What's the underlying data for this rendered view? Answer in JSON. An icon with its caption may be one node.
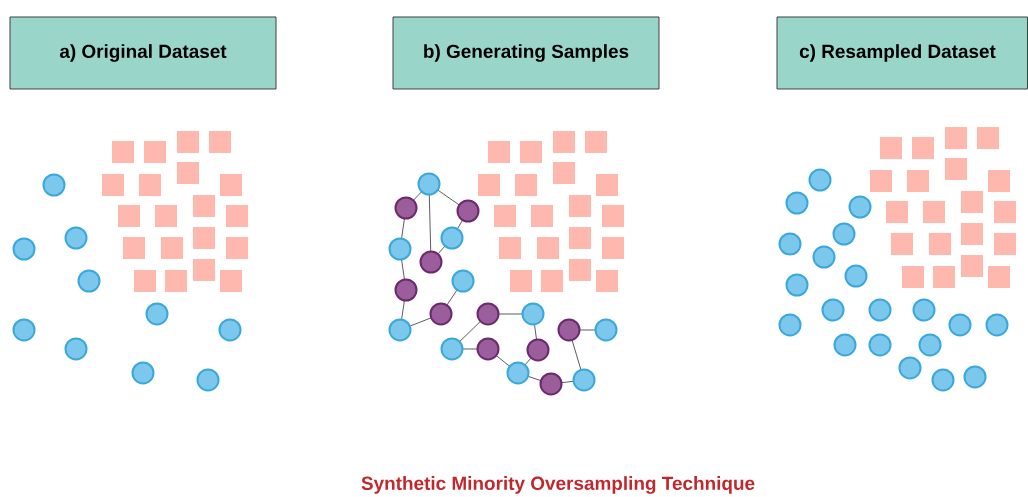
{
  "diagram": {
    "caption": "Synthetic Minority Oversampling Technique",
    "nodes": [
      {
        "text": [
          "a) Original Dataset"
        ]
      },
      {
        "text": [
          "b) Generating Samples"
        ]
      },
      {
        "text": [
          "c) Resampled Dataset"
        ]
      }
    ]
  }
}
